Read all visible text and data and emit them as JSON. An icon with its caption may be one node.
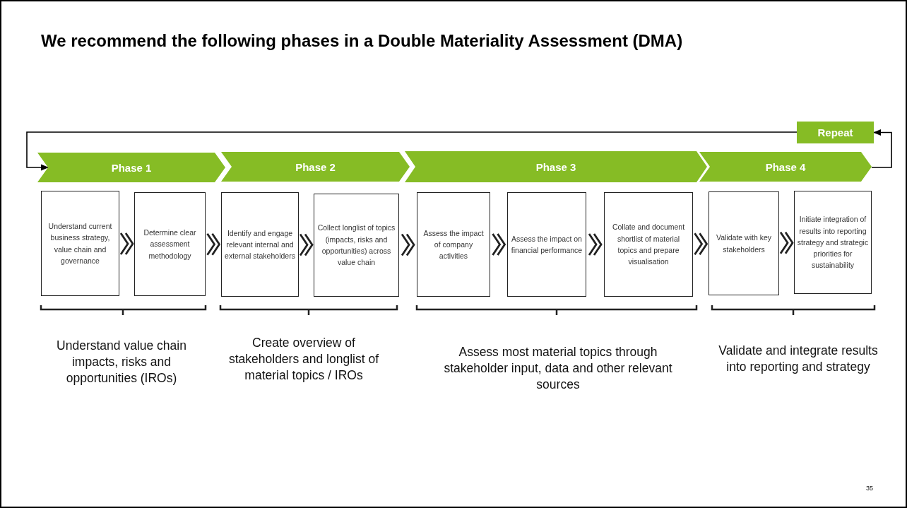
{
  "diagram": {
    "title": "We recommend the following phases in a Double Materiality Assessment (DMA)",
    "nodes": [
      {
        "text": [
          "Phase 1"
        ]
      },
      {
        "text": [
          "Phase 2"
        ]
      },
      {
        "text": [
          "Phase 3"
        ]
      },
      {
        "text": [
          "Phase 4"
        ]
      },
      {
        "text": [
          "Repeat"
        ]
      },
      {
        "text": [
          "Understand current business strategy, value chain and governance"
        ]
      },
      {
        "text": [
          "Determine clear assessment methodology"
        ]
      },
      {
        "text": [
          "Identify and engage relevant internal and external stakeholders"
        ]
      },
      {
        "text": [
          "Collect longlist of topics (impacts, risks and opportunities) across value chain"
        ]
      },
      {
        "text": [
          "Assess the impact of company activities"
        ]
      },
      {
        "text": [
          "Assess the impact on financial performance"
        ]
      },
      {
        "text": [
          "Collate and document shortlist of material topics and prepare visualisation"
        ]
      },
      {
        "text": [
          "Validate with key stakeholders"
        ]
      },
      {
        "text": [
          "Initiate integration of results into reporting strategy and strategic priorities for sustainability"
        ]
      }
    ],
    "edges": [
      {
        "from": 5,
        "to": 6,
        "arrow": "to"
      },
      {
        "from": 6,
        "to": 7,
        "arrow": "to"
      },
      {
        "from": 7,
        "to": 8,
        "arrow": "to"
      },
      {
        "from": 8,
        "to": 9,
        "arrow": "to"
      },
      {
        "from": 9,
        "to": 10,
        "arrow": "to"
      },
      {
        "from": 10,
        "to": 11,
        "arrow": "to"
      },
      {
        "from": 11,
        "to": 12,
        "arrow": "to"
      },
      {
        "from": 12,
        "to": 13,
        "arrow": "to"
      },
      {
        "from": 3,
        "to": 4,
        "arrow": "to"
      },
      {
        "from": 4,
        "to": 0,
        "arrow": "to"
      }
    ],
    "labels": [
      "Understand value chain impacts, risks and opportunities (IROs)",
      "Create overview of stakeholders and longlist of material topics / IROs",
      "Assess most material topics through stakeholder input, data and other relevant sources",
      "Validate and integrate results into reporting and strategy",
      "35"
    ]
  }
}
